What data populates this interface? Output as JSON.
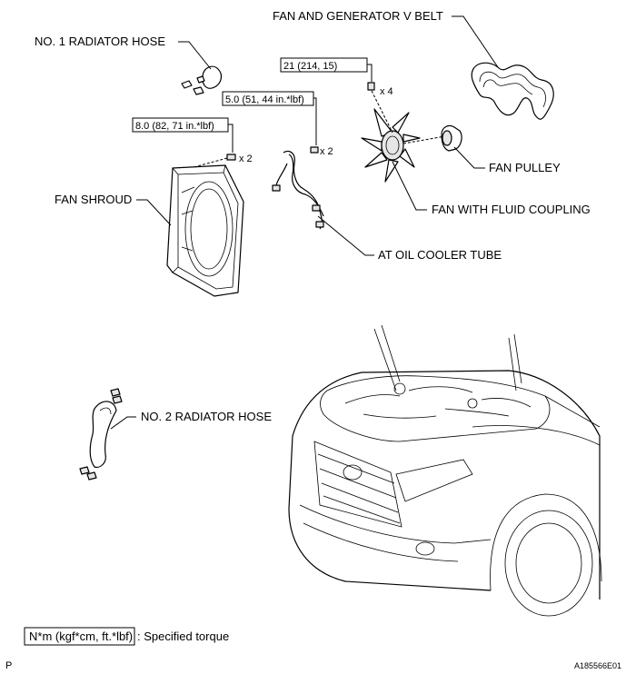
{
  "labels": {
    "fan_belt": "FAN AND GENERATOR V BELT",
    "radiator_hose_1": "NO. 1 RADIATOR HOSE",
    "fan_shroud": "FAN SHROUD",
    "fan_pulley": "FAN PULLEY",
    "fan_coupling": "FAN WITH FLUID COUPLING",
    "oil_cooler_tube": "AT OIL COOLER TUBE",
    "radiator_hose_2": "NO. 2 RADIATOR HOSE"
  },
  "torques": {
    "t21": "21 (214, 15)",
    "t50": "5.0 (51, 44 in.*lbf)",
    "t80": "8.0 (82, 71 in.*lbf)"
  },
  "quantities": {
    "x4": "x 4",
    "x2_a": "x 2",
    "x2_b": "x 2"
  },
  "legend": {
    "unit_box": "N*m (kgf*cm, ft.*lbf)",
    "text": ": Specified torque"
  },
  "footer": {
    "page_mark": "P",
    "figure_id": "A185566E01"
  }
}
